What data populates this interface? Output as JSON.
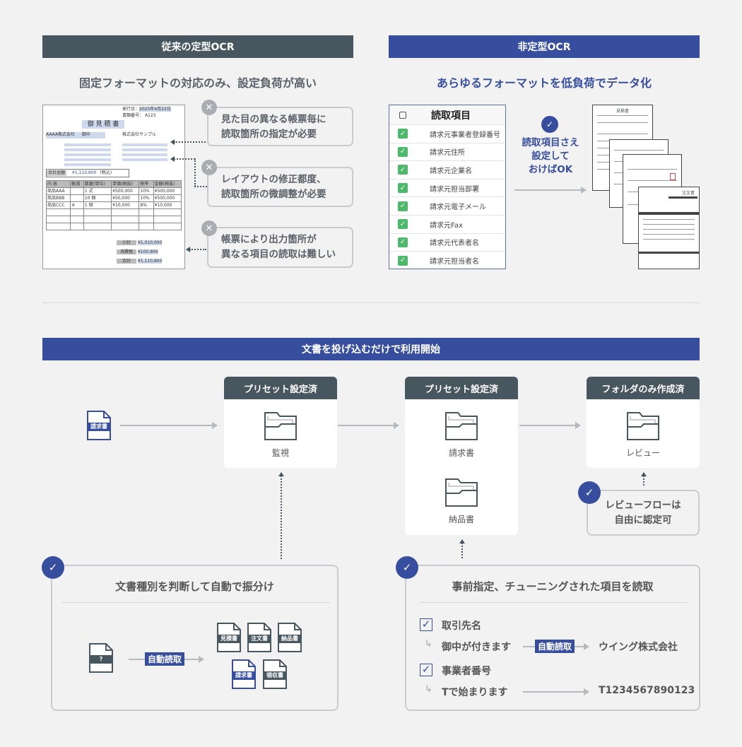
{
  "top_left": {
    "header": "従来の定型OCR",
    "subtitle": "固定フォーマットの対応のみ、設定負荷が高い",
    "invoice": {
      "issue_label": "発行日：",
      "issue_date": "2025年4月22日",
      "no_label": "書類番号：",
      "no": "A123",
      "title": "御 見 積 書",
      "client": "AAAA株式会社",
      "honorific": "御中",
      "company": "株式会社サンプル",
      "total_label": "合計金額",
      "total": "¥1,110,800",
      "tax_note": "(税込)",
      "columns": [
        "内 容",
        "軽減",
        "数量(単位)",
        "単価(税抜)",
        "税率",
        "金額(税抜)"
      ],
      "items": [
        [
          "商品AAA",
          "",
          "1 式",
          "¥500,000",
          "10%",
          "¥500,000"
        ],
        [
          "商品BBB",
          "",
          "10 個",
          "¥50,000",
          "10%",
          "¥500,000"
        ],
        [
          "商品CCC",
          "※",
          "1 個",
          "¥10,000",
          "8%",
          "¥10,000"
        ]
      ],
      "subtotal_label": "小計",
      "subtotal": "¥1,010,000",
      "tax_label": "消費税",
      "tax": "¥100,800",
      "sum_label": "合計",
      "sum": "¥1,110,800"
    },
    "callouts": [
      "見た目の異なる帳票毎に\n読取箇所の指定が必要",
      "レイアウトの修正都度、\n読取箇所の微調整が必要",
      "帳票により出力箇所が\n異なる項目の読取は難しい"
    ]
  },
  "top_right": {
    "header": "非定型OCR",
    "subtitle": "あらゆるフォーマットを低負荷でデータ化",
    "list_header": "読取項目",
    "list_items": [
      "請求元事業者登録番号",
      "請求元住所",
      "請求元企業名",
      "請求元担当部署",
      "請求元電子メール",
      "請求元Fax",
      "請求元代表者名",
      "請求元担当者名"
    ],
    "message": "読取項目さえ\n設定して\nおけばOK",
    "doc_titles": [
      "見積書",
      "注文書"
    ]
  },
  "flow": {
    "header": "文書を投げ込むだけで利用開始",
    "input_doc": "請求書",
    "cards": [
      {
        "header": "プリセット設定済",
        "folders": [
          "監視"
        ]
      },
      {
        "header": "プリセット設定済",
        "folders": [
          "請求書",
          "納品書"
        ]
      },
      {
        "header": "フォルダのみ作成済",
        "folders": [
          "レビュー"
        ]
      }
    ],
    "review_note": "レビューフローは\n自由に認定可",
    "classify": {
      "title": "文書種別を判断して自動で振分け",
      "unknown": "?",
      "tag": "自動読取",
      "docs": [
        "見積書",
        "注文書",
        "納品書",
        "請求書",
        "領収書"
      ]
    },
    "extract": {
      "title": "事前指定、チューニングされた項目を読取",
      "fields": [
        {
          "name": "取引先名",
          "rule": "御中が付きます",
          "tag": "自動読取",
          "result": "ウイング株式会社"
        },
        {
          "name": "事業者番号",
          "rule": "Tで始まります",
          "result": "T1234567890123"
        }
      ]
    }
  },
  "colors": {
    "dark": "#48565f",
    "blue": "#374e9f",
    "check_green": "#4cb96b"
  }
}
